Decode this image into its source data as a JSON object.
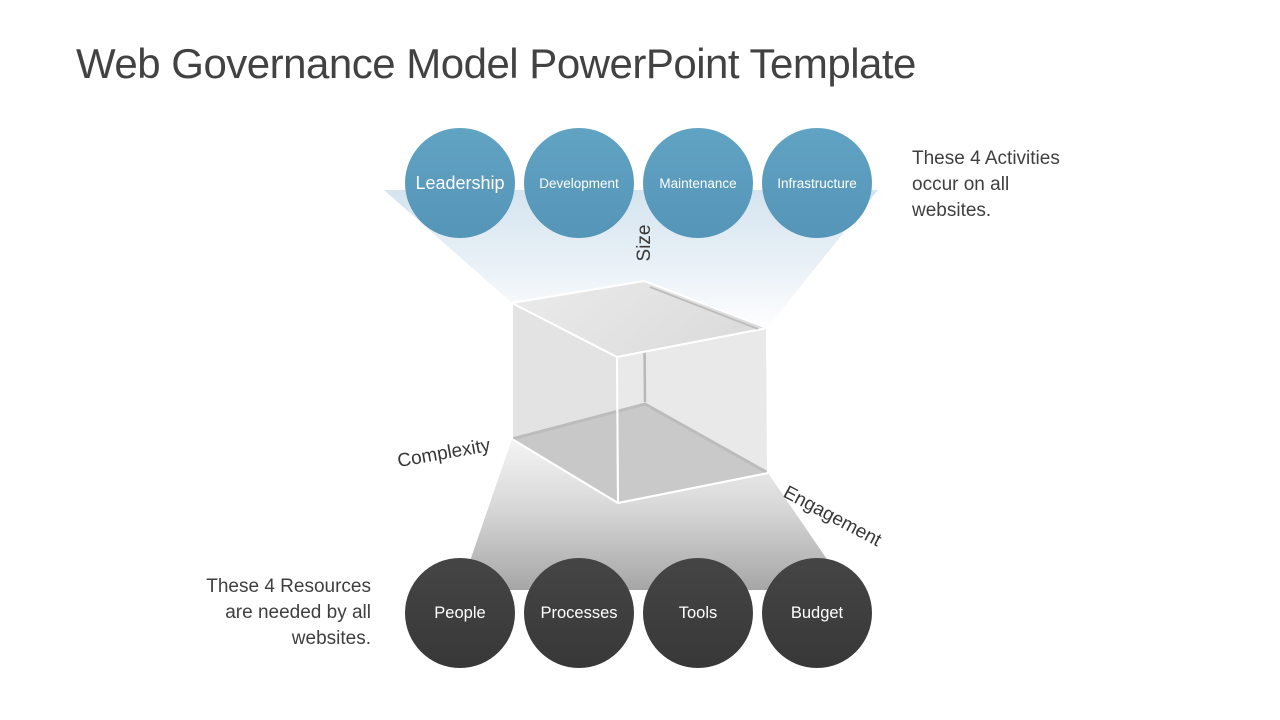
{
  "title": "Web Governance Model PowerPoint Template",
  "activities": {
    "items": [
      "Leadership",
      "Development",
      "Maintenance",
      "Infrastructure"
    ],
    "note": "These 4 Activities\noccur on all\nwebsites."
  },
  "resources": {
    "items": [
      "People",
      "Processes",
      "Tools",
      "Budget"
    ],
    "note": "These 4 Resources\nare needed by all\nwebsites."
  },
  "axes": {
    "vertical": "Size",
    "left": "Complexity",
    "right": "Engagement"
  },
  "colors": {
    "activity_circle": "#5B9EBE",
    "resource_circle": "#3D3D3D",
    "funnel_top": "#D5E4EF",
    "funnel_bottom": "#A6A6A6",
    "cube_face": "#E2E2E2",
    "cube_bottom_face": "#ACACAC",
    "text": "#3F3F3F"
  }
}
